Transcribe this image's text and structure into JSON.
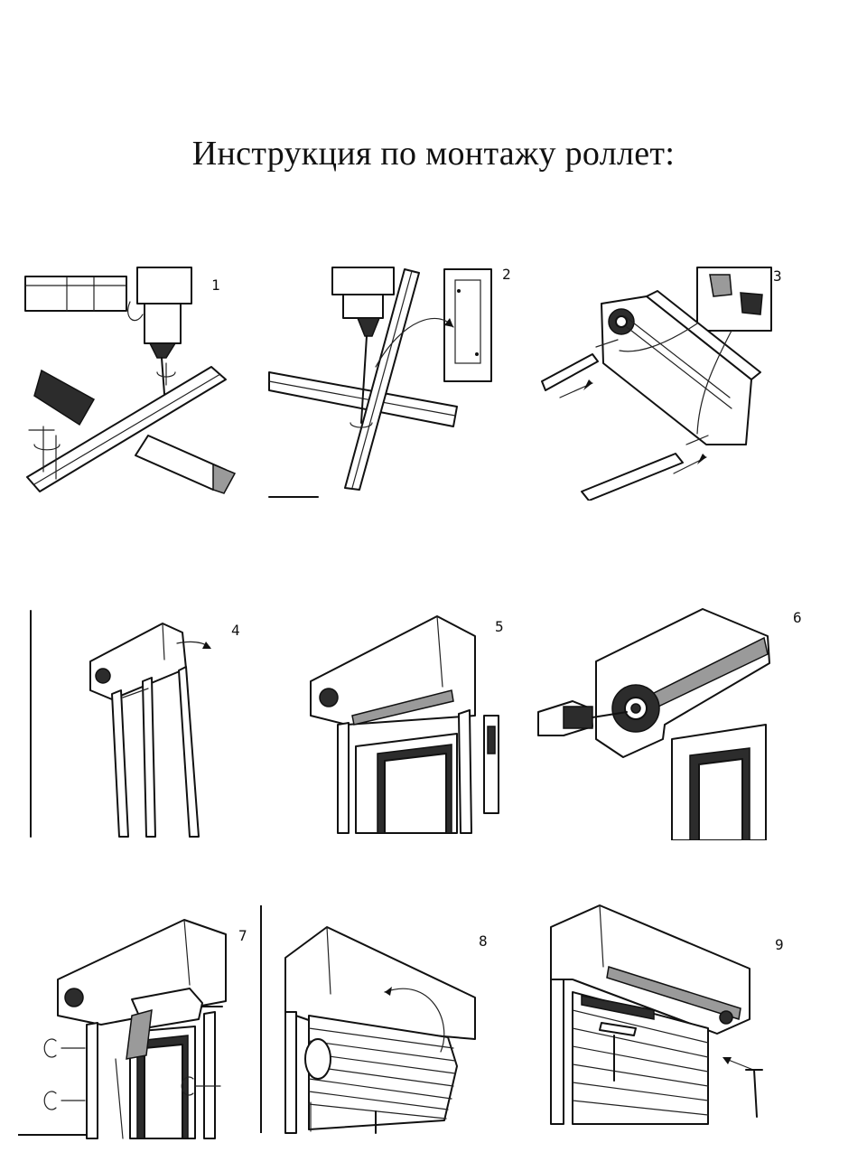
{
  "document": {
    "title": "Инструкция по монтажу роллет:"
  },
  "steps": [
    {
      "number": "1",
      "icon": "drill-icon"
    },
    {
      "number": "2",
      "icon": "drill-icon"
    },
    {
      "number": "3",
      "icon": "guide-rail-icon"
    },
    {
      "number": "4",
      "icon": "roller-box-icon"
    },
    {
      "number": "5",
      "icon": "roller-box-icon"
    },
    {
      "number": "6",
      "icon": "screwdriver-icon"
    },
    {
      "number": "7",
      "icon": "drill-icon"
    },
    {
      "number": "8",
      "icon": "shutter-curtain-icon"
    },
    {
      "number": "9",
      "icon": "end-bar-icon"
    }
  ],
  "colors": {
    "ink": "#111111",
    "background": "#ffffff",
    "shade": "#2c2c2c"
  }
}
